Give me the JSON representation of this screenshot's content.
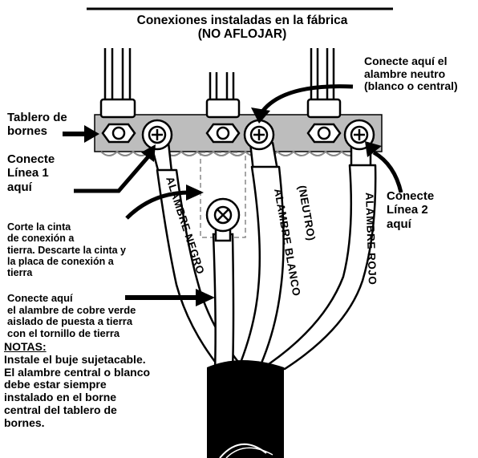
{
  "header": {
    "line1": "Conexiones instaladas en la fábrica",
    "line2": "(NO AFLOJAR)"
  },
  "labels": {
    "neutral_line1": "Conecte aquí el",
    "neutral_line2": "alambre neutro",
    "neutral_line3": "(blanco o central)",
    "terminal_block_line1": "Tablero de",
    "terminal_block_line2": "bornes",
    "line1_line1": "Conecte",
    "line1_line2": "Línea 1",
    "line1_line3": "aquí",
    "line2_line1": "Conecte",
    "line2_line2": "Línea 2",
    "line2_line3": "aquí",
    "strap_line1": "Corte la cinta",
    "strap_line2": "de conexión a",
    "strap_line3": "tierra. Descarte la cinta y",
    "strap_line4": "la placa de conexión a",
    "strap_line5": "tierra",
    "ground_line1": "Conecte aquí",
    "ground_line2": "el alambre de cobre verde",
    "ground_line3": "aislado de puesta a tierra",
    "ground_line4": "con el tornillo de tierra"
  },
  "wires": {
    "black": "ALAMBRE  NEGRO",
    "white": "ALAMBRE  BLANCO",
    "neutral": "(NEUTRO)",
    "red": "ALAMBRE  ROJO"
  },
  "notes": {
    "title": "NOTAS:",
    "line1": "Instale el buje sujetacable.",
    "line2": "El alambre central o blanco",
    "line3": "debe estar siempre",
    "line4": "instalado en el borne",
    "line5": "central del tablero de",
    "line6": "bornes."
  },
  "colors": {
    "ink": "#000000",
    "terminal_block": "#bdbdbd",
    "paper": "#ffffff"
  }
}
